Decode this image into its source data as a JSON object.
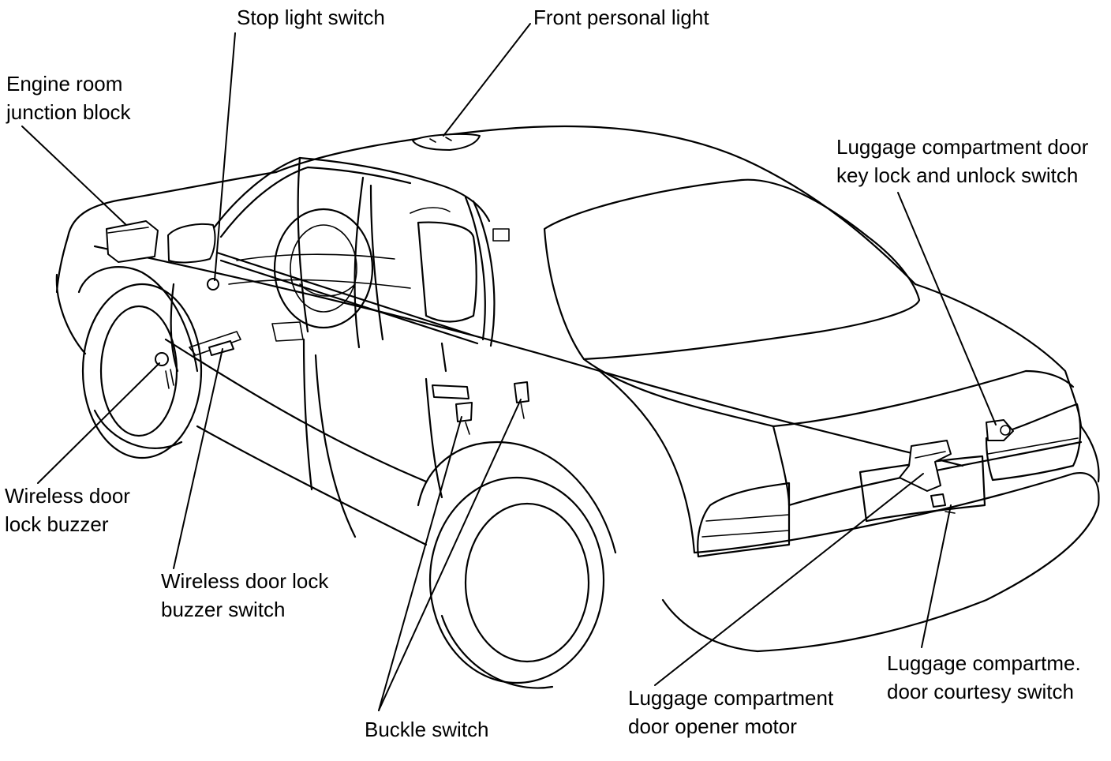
{
  "diagram": {
    "labels": {
      "stop_light_switch": "Stop light switch",
      "front_personal_light": "Front personal light",
      "engine_room_junction_block_1": "Engine room",
      "engine_room_junction_block_2": "junction block",
      "luggage_key_lock_1": "Luggage compartment door",
      "luggage_key_lock_2": "key lock and unlock switch",
      "wireless_buzzer_1": "Wireless door",
      "wireless_buzzer_2": "lock buzzer",
      "wireless_buzzer_switch_1": "Wireless door lock",
      "wireless_buzzer_switch_2": "buzzer switch",
      "buckle_switch": "Buckle switch",
      "opener_motor_1": "Luggage compartment",
      "opener_motor_2": "door opener motor",
      "courtesy_switch_1": "Luggage compartme.",
      "courtesy_switch_2": "door courtesy switch"
    }
  }
}
